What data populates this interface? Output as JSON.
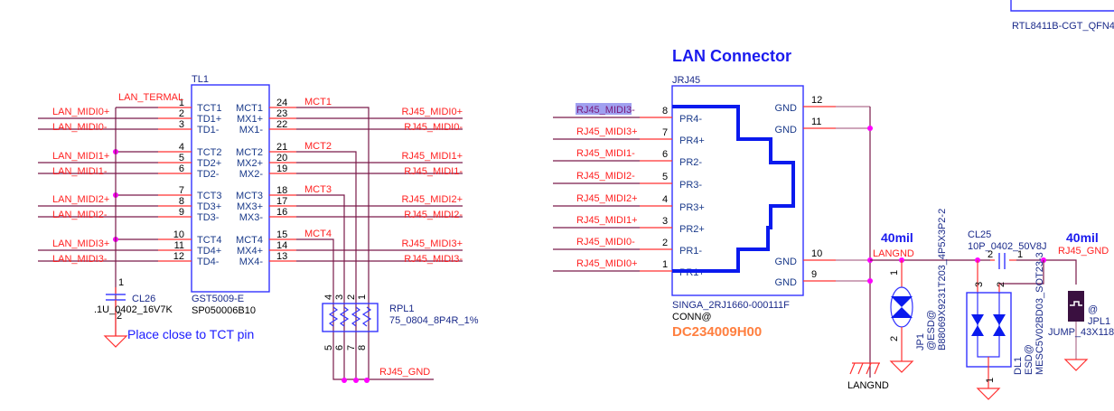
{
  "header": {
    "chip_label": "RTL8411B-CGT_QFN4"
  },
  "transformer": {
    "ref": "TL1",
    "part": "GST5009-E",
    "pn": "SP050006B10",
    "termal_net": "LAN_TERMAL",
    "left_nets": [
      "LAN_MIDI0+",
      "LAN_MIDI0-",
      "LAN_MIDI1+",
      "LAN_MIDI1-",
      "LAN_MIDI2+",
      "LAN_MIDI2-",
      "LAN_MIDI3+",
      "LAN_MIDI3-"
    ],
    "left_pins": [
      {
        "num": "1",
        "name": "TCT1"
      },
      {
        "num": "2",
        "name": "TD1+"
      },
      {
        "num": "3",
        "name": "TD1-"
      },
      {
        "num": "4",
        "name": "TCT2"
      },
      {
        "num": "5",
        "name": "TD2+"
      },
      {
        "num": "6",
        "name": "TD2-"
      },
      {
        "num": "7",
        "name": "TCT3"
      },
      {
        "num": "8",
        "name": "TD3+"
      },
      {
        "num": "9",
        "name": "TD3-"
      },
      {
        "num": "10",
        "name": "TCT4"
      },
      {
        "num": "11",
        "name": "TD4+"
      },
      {
        "num": "12",
        "name": "TD4-"
      }
    ],
    "right_pins": [
      {
        "num": "24",
        "name": "MCT1"
      },
      {
        "num": "23",
        "name": "MX1+"
      },
      {
        "num": "22",
        "name": "MX1-"
      },
      {
        "num": "21",
        "name": "MCT2"
      },
      {
        "num": "20",
        "name": "MX2+"
      },
      {
        "num": "19",
        "name": "MX2-"
      },
      {
        "num": "18",
        "name": "MCT3"
      },
      {
        "num": "17",
        "name": "MX3+"
      },
      {
        "num": "16",
        "name": "MX3-"
      },
      {
        "num": "15",
        "name": "MCT4"
      },
      {
        "num": "14",
        "name": "MX4+"
      },
      {
        "num": "13",
        "name": "MX4-"
      }
    ],
    "mct_nets": [
      "MCT1",
      "MCT2",
      "MCT3",
      "MCT4"
    ],
    "right_nets": [
      "RJ45_MIDI0+",
      "RJ45_MIDI0-",
      "RJ45_MIDI1+",
      "RJ45_MIDI1-",
      "RJ45_MIDI2+",
      "RJ45_MIDI2-",
      "RJ45_MIDI3+",
      "RJ45_MIDI3-"
    ]
  },
  "cap_cl26": {
    "ref": "CL26",
    "value": ".1U_0402_16V7K",
    "pin1": "1",
    "pin2": "2",
    "note": "Place close to TCT pin"
  },
  "rpl1": {
    "ref": "RPL1",
    "value": "75_0804_8P4R_1%",
    "top_pins": [
      "4",
      "3",
      "2",
      "1"
    ],
    "bottom_pins": [
      "5",
      "6",
      "7",
      "8"
    ],
    "net": "RJ45_GND"
  },
  "connector": {
    "title": "LAN Connector",
    "ref": "JRJ45",
    "part": "SINGA_2RJ1660-000111F",
    "option": "CONN@",
    "pn": "DC234009H00",
    "left": [
      {
        "net": "RJ45_MIDI3-",
        "num": "8",
        "name": "PR4-",
        "highlighted": true
      },
      {
        "net": "RJ45_MIDI3+",
        "num": "7",
        "name": "PR4+"
      },
      {
        "net": "RJ45_MIDI1-",
        "num": "6",
        "name": "PR2-"
      },
      {
        "net": "RJ45_MIDI2-",
        "num": "5",
        "name": "PR3-"
      },
      {
        "net": "RJ45_MIDI2+",
        "num": "4",
        "name": "PR3+"
      },
      {
        "net": "RJ45_MIDI1+",
        "num": "3",
        "name": "PR2+"
      },
      {
        "net": "RJ45_MIDI0-",
        "num": "2",
        "name": "PR1-"
      },
      {
        "net": "RJ45_MIDI0+",
        "num": "1",
        "name": "PR1+"
      }
    ],
    "right": [
      {
        "num": "12",
        "name": "GND"
      },
      {
        "num": "11",
        "name": "GND"
      },
      {
        "num": "10",
        "name": "GND"
      },
      {
        "num": "9",
        "name": "GND"
      }
    ],
    "highlight_color": "#a0a0f0"
  },
  "ground_section": {
    "trace_width_left": "40mil",
    "trace_width_right": "40mil",
    "langnd_net": "LANGND",
    "langnd_symbol": "LANGND",
    "rj45_gnd_net": "RJ45_GND",
    "jp1": {
      "ref": "JP1",
      "option": "@ESD@",
      "part": "B88069X9231T203_4P5X3P2-2",
      "pin1": "1",
      "pin2": "2"
    },
    "cl25": {
      "ref": "CL25",
      "value": "10P_0402_50V8J",
      "pin2": "2",
      "pin1": "1"
    },
    "dl1": {
      "ref": "DL1",
      "option": "ESD@",
      "part": "MESC5V02BD03_SOT23-3",
      "pin3": "3",
      "pin2": "2",
      "pin1": "1"
    },
    "jpl1": {
      "ref": "JPL1",
      "option": "@",
      "part": "JUMP_43X118"
    }
  }
}
